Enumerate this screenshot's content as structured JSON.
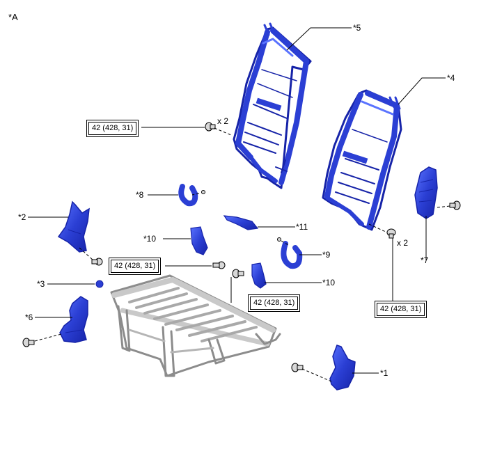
{
  "figure_label": "*A",
  "colors": {
    "part_blue": "#2b3fd4",
    "part_blue_dark": "#1623a8",
    "part_blue_light": "#5a73ff",
    "frame_gray": "#c9c9c9",
    "frame_gray_dark": "#8c8c8c",
    "line": "#000000"
  },
  "callouts": {
    "c1": "*1",
    "c2": "*2",
    "c3": "*3",
    "c4": "*4",
    "c5": "*5",
    "c6": "*6",
    "c7": "*7",
    "c8": "*8",
    "c9": "*9",
    "c10a": "*10",
    "c10b": "*10",
    "c11": "*11"
  },
  "quantities": {
    "q_top_left": "x 2",
    "q_right": "x 2"
  },
  "torques": {
    "t1": "42 (428, 31)",
    "t2": "42 (428, 31)",
    "t3": "42 (428, 31)",
    "t4": "42 (428, 31)"
  }
}
